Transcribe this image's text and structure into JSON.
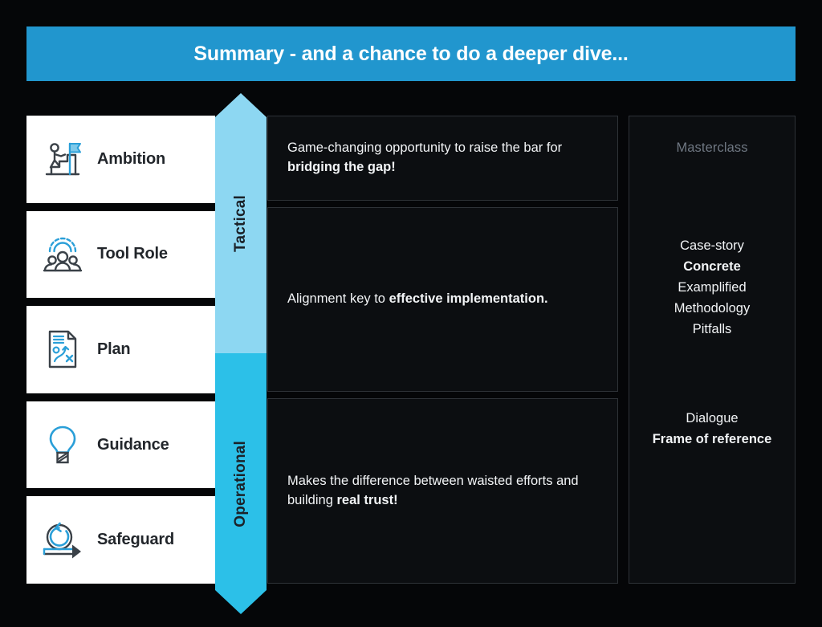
{
  "header": {
    "title": "Summary - and a chance to do a deeper dive...",
    "bg_color": "#2196ce",
    "text_color": "#ffffff"
  },
  "cards": [
    {
      "label": "Ambition",
      "icon": "person-climbing-stairs-flag-icon"
    },
    {
      "label": "Tool Role",
      "icon": "gear-over-people-icon"
    },
    {
      "label": "Plan",
      "icon": "document-strategy-icon"
    },
    {
      "label": "Guidance",
      "icon": "lightbulb-icon"
    },
    {
      "label": "Safeguard",
      "icon": "iteration-loop-arrow-icon"
    }
  ],
  "arrow": {
    "name": "vertical-double-headed-arrow",
    "segments": [
      {
        "label": "Tactical",
        "color": "#8dd7f2"
      },
      {
        "label": "Operational",
        "color": "#2cc0e8"
      }
    ]
  },
  "messages": [
    {
      "plain_before": "Game-changing opportunity to raise the bar for ",
      "bold": "bridging the gap!",
      "plain_after": ""
    },
    {
      "plain_before": "Alignment key to ",
      "bold": "effective implementation.",
      "plain_after": ""
    },
    {
      "plain_before": "Makes the difference between waisted efforts and building ",
      "bold": "real trust!",
      "plain_after": ""
    }
  ],
  "masterclass": {
    "title": "Masterclass",
    "title_color": "#6f7782",
    "group_one": [
      {
        "text": "Case-story",
        "bold": false
      },
      {
        "text": "Concrete",
        "bold": true
      },
      {
        "text": "Examplified",
        "bold": false
      },
      {
        "text": "Methodology",
        "bold": false
      },
      {
        "text": "Pitfalls",
        "bold": false
      }
    ],
    "group_two": [
      {
        "text": "Dialogue",
        "bold": false
      },
      {
        "text": "Frame of reference",
        "bold": true
      }
    ]
  },
  "theme": {
    "background": "#050608",
    "panel_bg": "#0c0e11",
    "panel_border": "#2e3237",
    "card_bg": "#ffffff",
    "card_text": "#22262b",
    "accent_blue": "#2196ce",
    "icon_blue": "#2a9fd8",
    "icon_dark": "#3a4148"
  }
}
